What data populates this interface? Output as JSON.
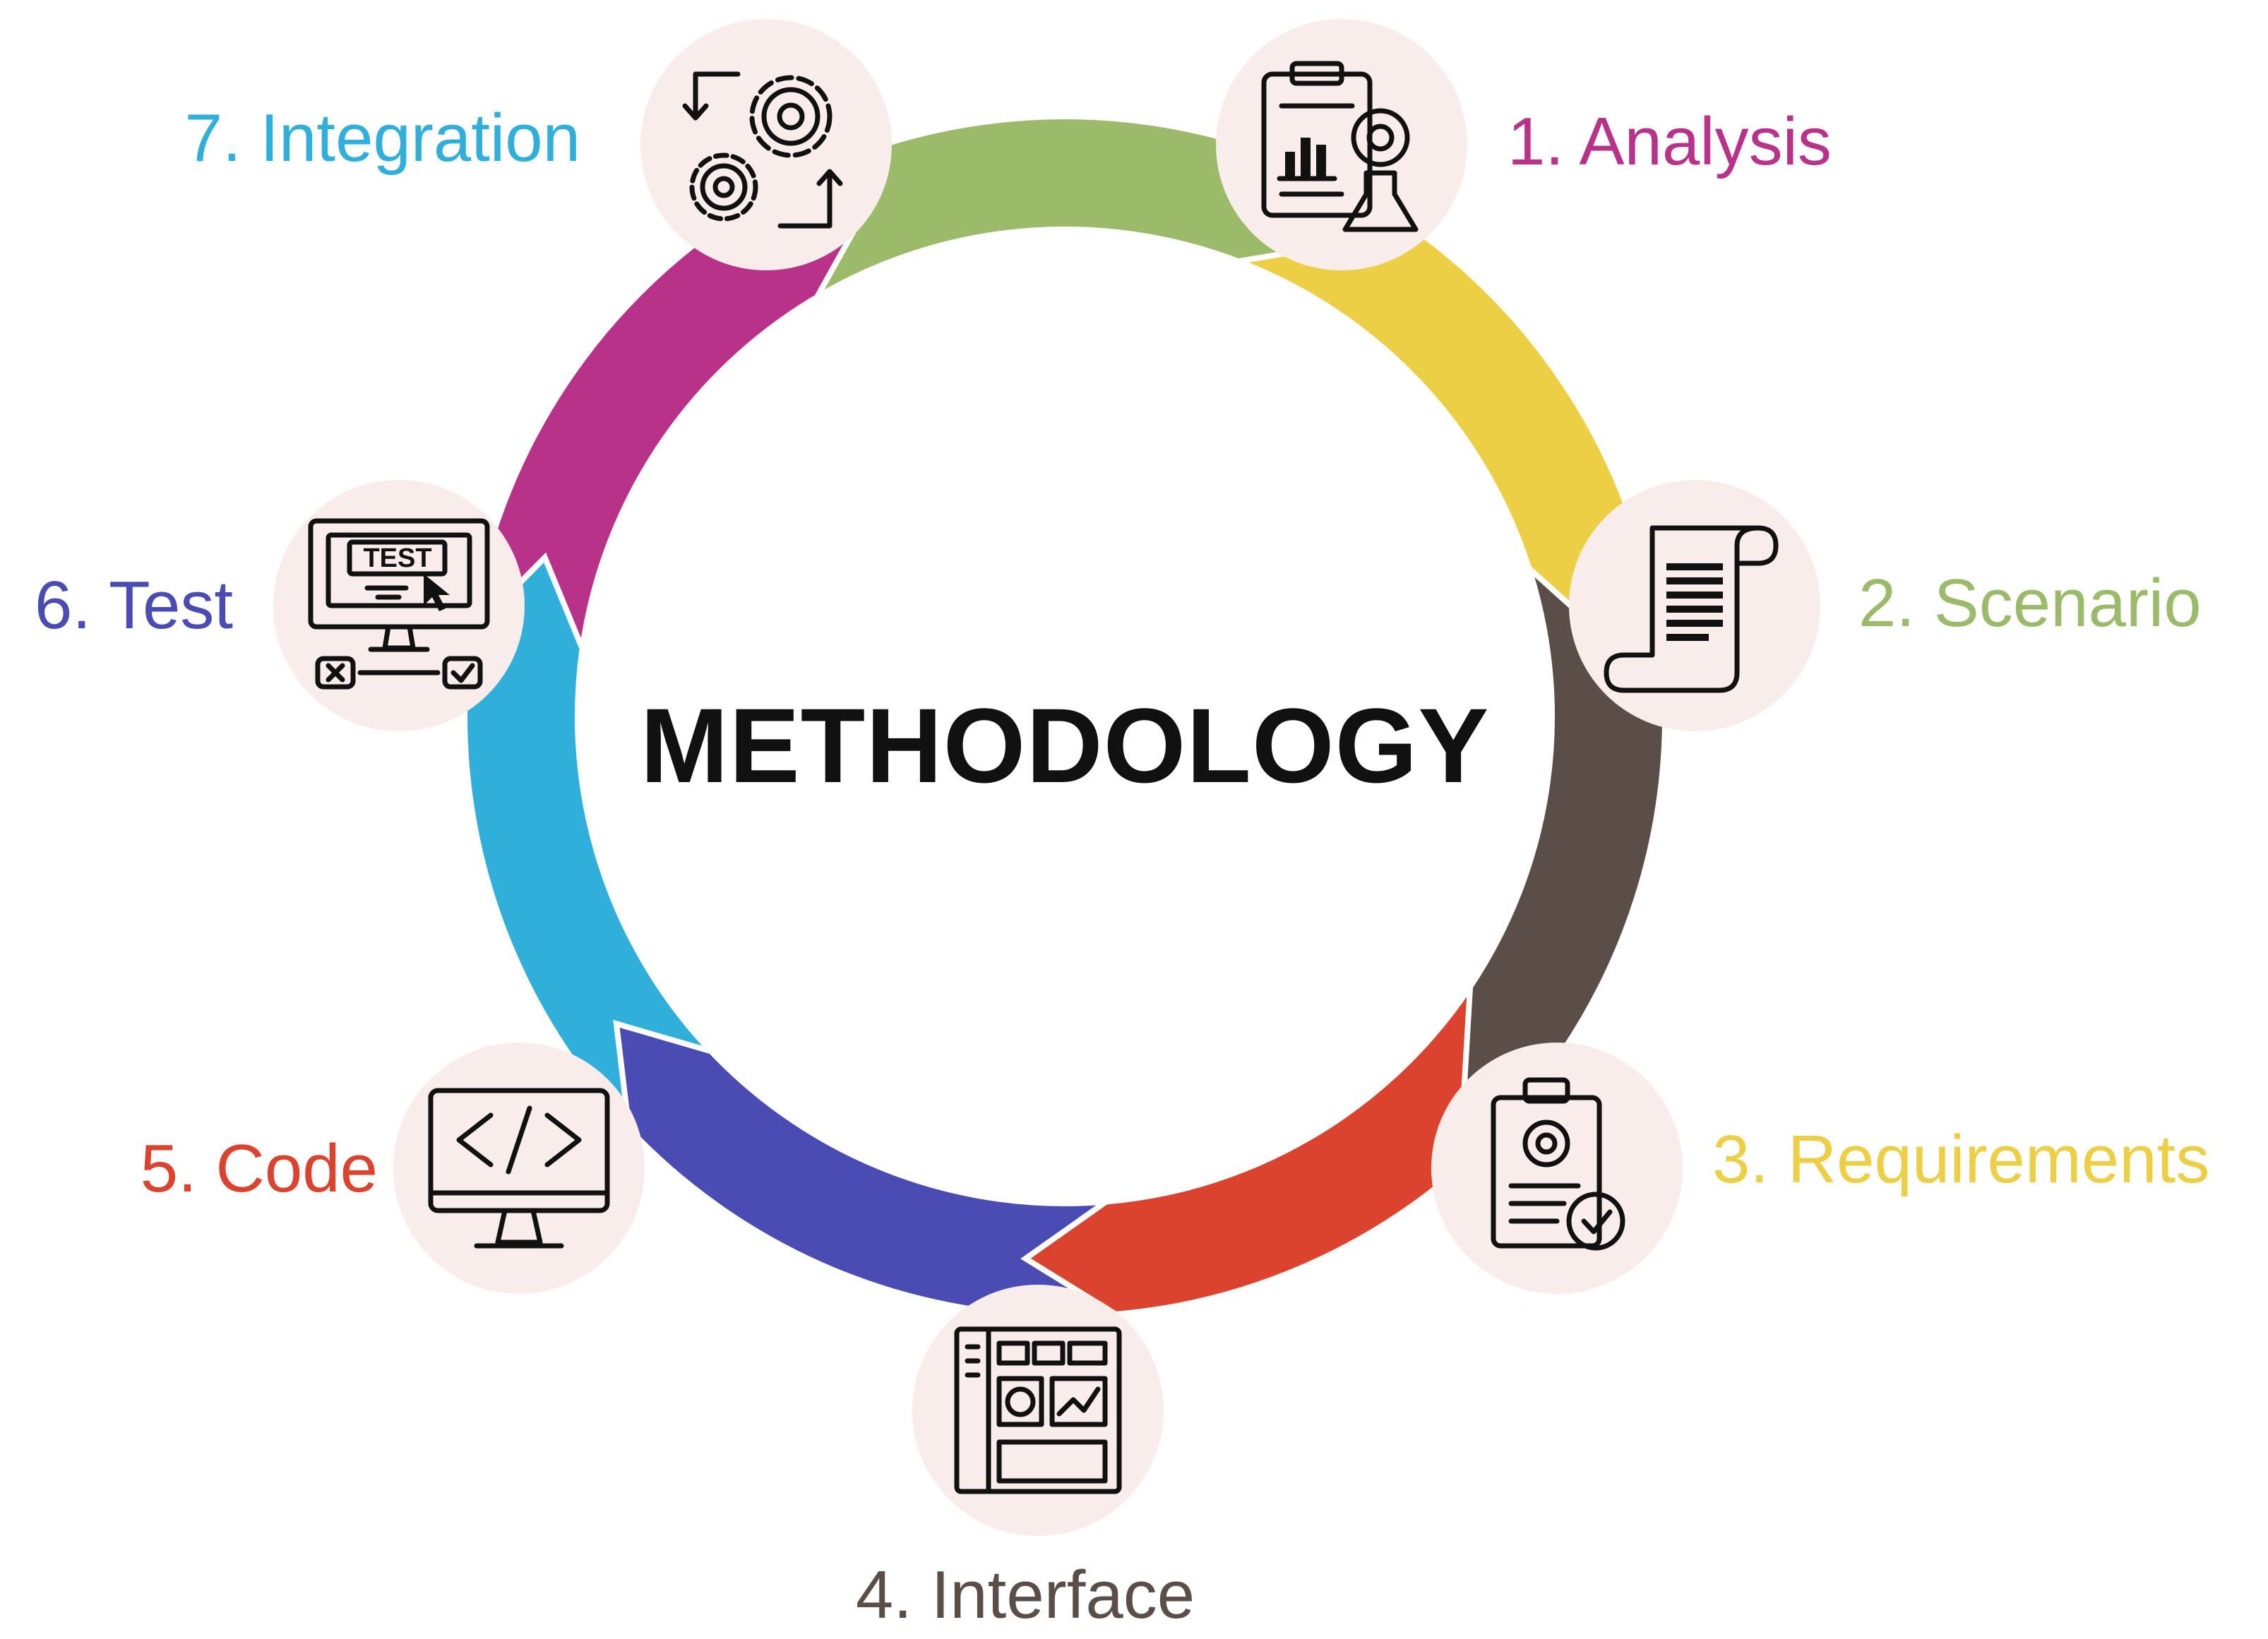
{
  "title": "METHODOLOGY",
  "steps": [
    {
      "label": "1. Analysis",
      "color": "#B8328A",
      "icon": "analysis-report-icon"
    },
    {
      "label": "2. Scenario",
      "color": "#9CBB6A",
      "icon": "scroll-script-icon"
    },
    {
      "label": "3. Requirements",
      "color": "#ECCF45",
      "icon": "clipboard-check-icon"
    },
    {
      "label": "4. Interface",
      "color": "#5B4E49",
      "icon": "dashboard-interface-icon"
    },
    {
      "label": "5. Code",
      "color": "#DB432E",
      "icon": "code-monitor-icon"
    },
    {
      "label": "6. Test",
      "color": "#4A4BB3",
      "icon": "test-monitor-icon"
    },
    {
      "label": "7. Integration",
      "color": "#30AFDA",
      "icon": "gears-integration-icon"
    }
  ],
  "icon_bg_color": "#F8EDEA",
  "title_color": "#111111"
}
